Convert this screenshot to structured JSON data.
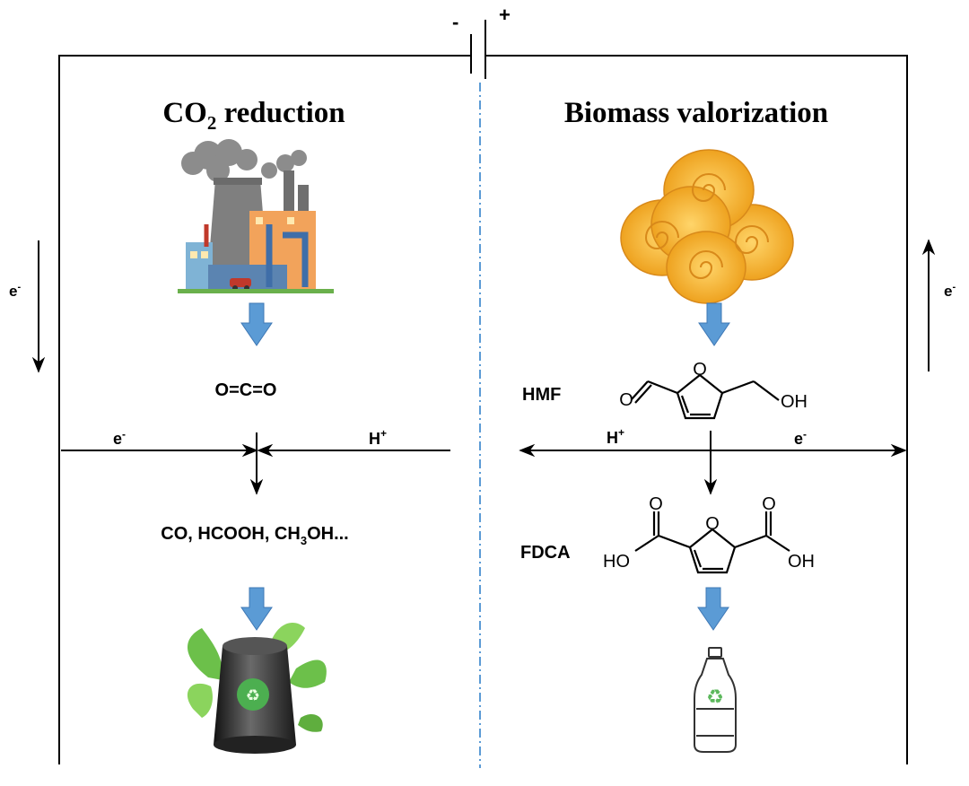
{
  "circuit": {
    "minus_sign": "-",
    "plus_sign": "+",
    "electron_left": "e",
    "electron_right": "e",
    "electron_sup": "-"
  },
  "left_panel": {
    "title_main": "CO",
    "title_sub": "2",
    "title_rest": " reduction",
    "source_icon": "factory-icon",
    "reactant": "O=C=O",
    "electron_label": "e",
    "electron_sup": "-",
    "proton_label": "H",
    "proton_sup": "+",
    "products_a": "CO, HCOOH, CH",
    "products_sub": "3",
    "products_b": "OH...",
    "product_icon": "green-fuel-barrel-icon"
  },
  "right_panel": {
    "title": "Biomass valorization",
    "source_icon": "hay-bales-icon",
    "hmf_label": "HMF",
    "hmf_oh": "OH",
    "hmf_o": "O",
    "proton_label": "H",
    "proton_sup": "+",
    "electron_label": "e",
    "electron_sup": "-",
    "fdca_label": "FDCA",
    "fdca_ho": "HO",
    "fdca_oh": "OH",
    "fdca_o": "O",
    "product_icon": "recycled-bottle-icon"
  },
  "colors": {
    "process_arrow": "#5b9bd5",
    "divider": "#5b9bd5",
    "hay": "#f5b534",
    "line": "#000000"
  }
}
